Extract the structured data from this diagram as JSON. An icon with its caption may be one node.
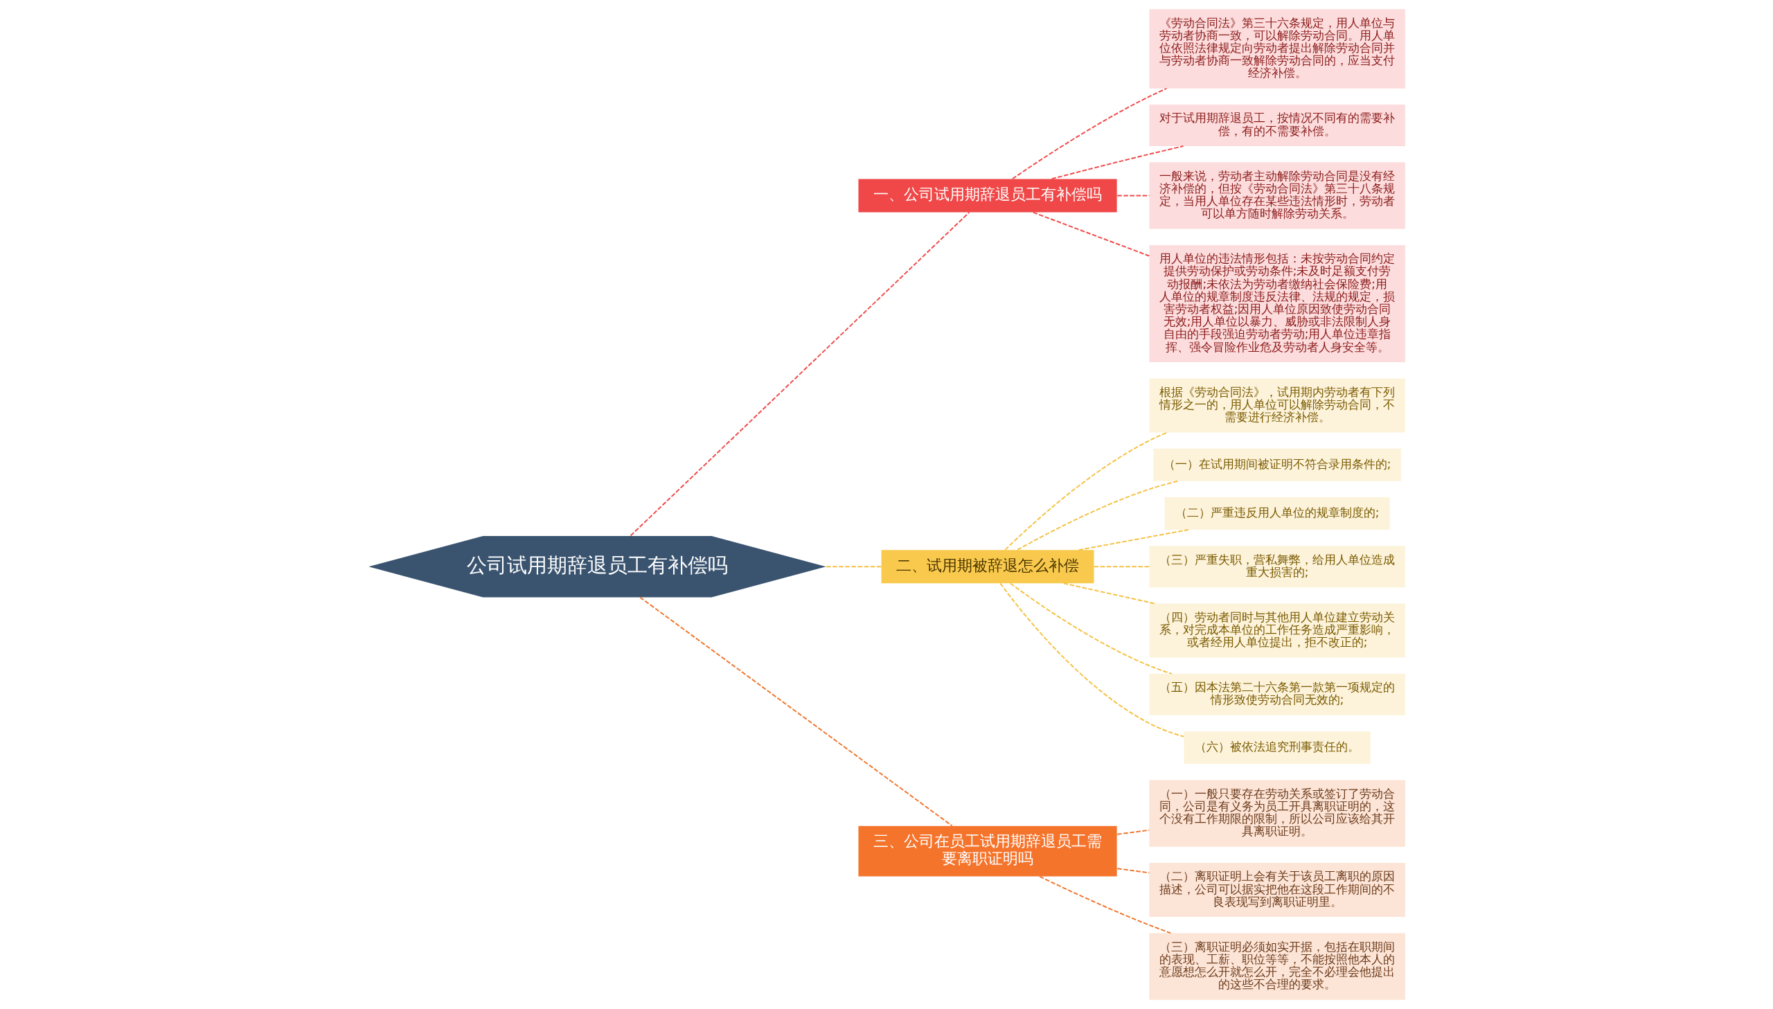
{
  "diagram": {
    "nodes": [
      {
        "text": [
          "公司试用期辞退员工有补偿吗"
        ]
      },
      {
        "text": [
          "一、公司试用期辞退员工有补偿吗"
        ]
      },
      {
        "text": [
          "《劳动合同法》第三十六条规定，用人单位与劳动者协商一致，可以解除劳动合同。用人单位依照法律规定向劳动者提出解除劳动合同并与劳动者协商一致解除劳动合同的，应当支付经济补偿。"
        ]
      },
      {
        "text": [
          "对于试用期辞退员工，按情况不同有的需要补偿，有的不需要补偿。"
        ]
      },
      {
        "text": [
          "一般来说，劳动者主动解除劳动合同是没有经济补偿的，但按《劳动合同法》第三十八条规定，当用人单位存在某些违法情形时，劳动者可以单方随时解除劳动关系。"
        ]
      },
      {
        "text": [
          "用人单位的违法情形包括：未按劳动合同约定提供劳动保护或劳动条件;未及时足额支付劳动报酬;未依法为劳动者缴纳社会保险费;用人单位的规章制度违反法律、法规的规定，损害劳动者权益;因用人单位原因致使劳动合同无效;用人单位以暴力、威胁或非法限制人身自由的手段强迫劳动者劳动;用人单位违章指挥、强令冒险作业危及劳动者人身安全等。"
        ]
      },
      {
        "text": [
          "二、试用期被辞退怎么补偿"
        ]
      },
      {
        "text": [
          "根据《劳动合同法》，试用期内劳动者有下列情形之一的，用人单位可以解除劳动合同，不需要进行经济补偿。"
        ]
      },
      {
        "text": [
          "（一）在试用期间被证明不符合录用条件的;"
        ]
      },
      {
        "text": [
          "（二）严重违反用人单位的规章制度的;"
        ]
      },
      {
        "text": [
          "（三）严重失职，营私舞弊，给用人单位造成重大损害的;"
        ]
      },
      {
        "text": [
          "（四）劳动者同时与其他用人单位建立劳动关系，对完成本单位的工作任务造成严重影响，或者经用人单位提出，拒不改正的;"
        ]
      },
      {
        "text": [
          "（五）因本法第二十六条第一款第一项规定的情形致使劳动合同无效的;"
        ]
      },
      {
        "text": [
          "（六）被依法追究刑事责任的。"
        ]
      },
      {
        "text": [
          "三、公司在员工试用期辞退员工需要离职证明吗"
        ]
      },
      {
        "text": [
          "（一）一般只要存在劳动关系或签订了劳动合同，公司是有义务为员工开具离职证明的，这个没有工作期限的限制，所以公司应该给其开具离职证明。"
        ]
      },
      {
        "text": [
          "（二）离职证明上会有关于该员工离职的原因描述，公司可以据实把他在这段工作期间的不良表现写到离职证明里。"
        ]
      },
      {
        "text": [
          "（三）离职证明必须如实开据，包括在职期间的表现、工薪、职位等等，不能按照他本人的意愿想怎么开就怎么开，完全不必理会他提出的这些不合理的要求。"
        ]
      }
    ],
    "edges": [
      {
        "from": 0,
        "to": 1,
        "arrow": "none",
        "style": "dashed",
        "color": "#f04848"
      },
      {
        "from": 1,
        "to": 2,
        "arrow": "none",
        "style": "dashed",
        "color": "#f04848"
      },
      {
        "from": 1,
        "to": 3,
        "arrow": "none",
        "style": "dashed",
        "color": "#f04848"
      },
      {
        "from": 1,
        "to": 4,
        "arrow": "none",
        "style": "dashed",
        "color": "#f04848"
      },
      {
        "from": 1,
        "to": 5,
        "arrow": "none",
        "style": "dashed",
        "color": "#f04848"
      },
      {
        "from": 0,
        "to": 6,
        "arrow": "none",
        "style": "dashed",
        "color": "#f5c040"
      },
      {
        "from": 6,
        "to": 7,
        "arrow": "none",
        "style": "dashed",
        "color": "#f5c040"
      },
      {
        "from": 6,
        "to": 8,
        "arrow": "none",
        "style": "dashed",
        "color": "#f5c040"
      },
      {
        "from": 6,
        "to": 9,
        "arrow": "none",
        "style": "dashed",
        "color": "#f5c040"
      },
      {
        "from": 6,
        "to": 10,
        "arrow": "none",
        "style": "dashed",
        "color": "#f5c040"
      },
      {
        "from": 6,
        "to": 11,
        "arrow": "none",
        "style": "dashed",
        "color": "#f5c040"
      },
      {
        "from": 6,
        "to": 12,
        "arrow": "none",
        "style": "dashed",
        "color": "#f5c040"
      },
      {
        "from": 6,
        "to": 13,
        "arrow": "none",
        "style": "dashed",
        "color": "#f5c040"
      },
      {
        "from": 0,
        "to": 14,
        "arrow": "none",
        "style": "dashed",
        "color": "#f0742c"
      },
      {
        "from": 14,
        "to": 15,
        "arrow": "none",
        "style": "dashed",
        "color": "#f0742c"
      },
      {
        "from": 14,
        "to": 16,
        "arrow": "none",
        "style": "dashed",
        "color": "#f0742c"
      },
      {
        "from": 14,
        "to": 17,
        "arrow": "none",
        "style": "dashed",
        "color": "#f0742c"
      }
    ]
  }
}
